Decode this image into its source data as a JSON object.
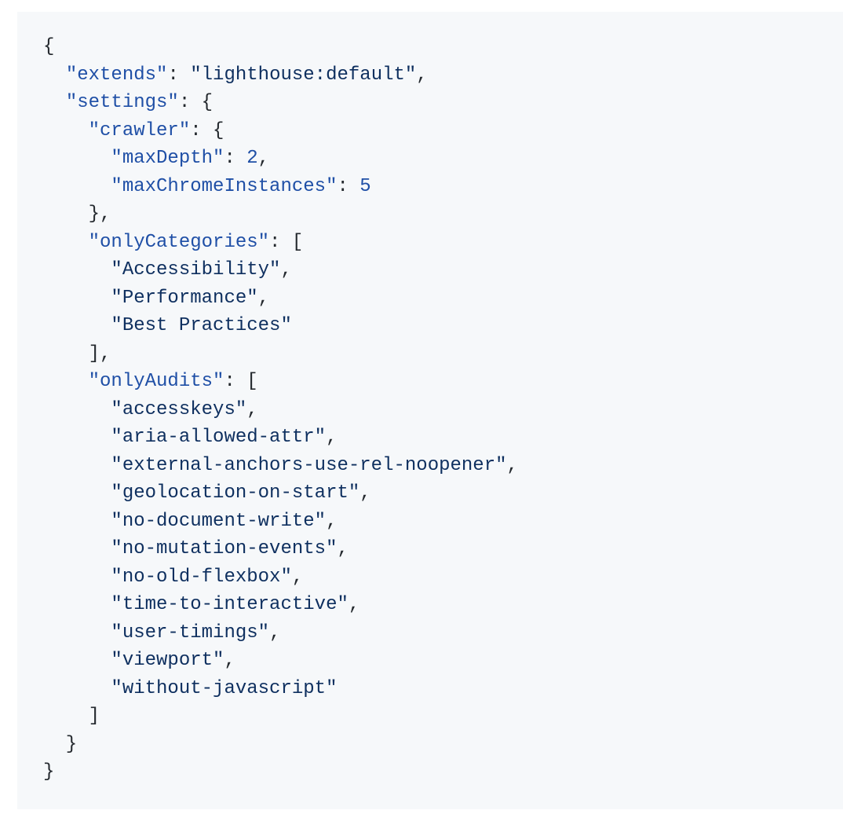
{
  "code": {
    "language": "json",
    "lines": [
      [
        [
          "p",
          "{"
        ]
      ],
      [
        [
          "p",
          "  "
        ],
        [
          "k",
          "\"extends\""
        ],
        [
          "p",
          ": "
        ],
        [
          "s",
          "\"lighthouse:default\""
        ],
        [
          "p",
          ","
        ]
      ],
      [
        [
          "p",
          "  "
        ],
        [
          "k",
          "\"settings\""
        ],
        [
          "p",
          ": {"
        ]
      ],
      [
        [
          "p",
          "    "
        ],
        [
          "k",
          "\"crawler\""
        ],
        [
          "p",
          ": {"
        ]
      ],
      [
        [
          "p",
          "      "
        ],
        [
          "k",
          "\"maxDepth\""
        ],
        [
          "p",
          ": "
        ],
        [
          "n",
          "2"
        ],
        [
          "p",
          ","
        ]
      ],
      [
        [
          "p",
          "      "
        ],
        [
          "k",
          "\"maxChromeInstances\""
        ],
        [
          "p",
          ": "
        ],
        [
          "n",
          "5"
        ]
      ],
      [
        [
          "p",
          "    },"
        ]
      ],
      [
        [
          "p",
          "    "
        ],
        [
          "k",
          "\"onlyCategories\""
        ],
        [
          "p",
          ": ["
        ]
      ],
      [
        [
          "p",
          "      "
        ],
        [
          "s",
          "\"Accessibility\""
        ],
        [
          "p",
          ","
        ]
      ],
      [
        [
          "p",
          "      "
        ],
        [
          "s",
          "\"Performance\""
        ],
        [
          "p",
          ","
        ]
      ],
      [
        [
          "p",
          "      "
        ],
        [
          "s",
          "\"Best Practices\""
        ]
      ],
      [
        [
          "p",
          "    ],"
        ]
      ],
      [
        [
          "p",
          "    "
        ],
        [
          "k",
          "\"onlyAudits\""
        ],
        [
          "p",
          ": ["
        ]
      ],
      [
        [
          "p",
          "      "
        ],
        [
          "s",
          "\"accesskeys\""
        ],
        [
          "p",
          ","
        ]
      ],
      [
        [
          "p",
          "      "
        ],
        [
          "s",
          "\"aria-allowed-attr\""
        ],
        [
          "p",
          ","
        ]
      ],
      [
        [
          "p",
          "      "
        ],
        [
          "s",
          "\"external-anchors-use-rel-noopener\""
        ],
        [
          "p",
          ","
        ]
      ],
      [
        [
          "p",
          "      "
        ],
        [
          "s",
          "\"geolocation-on-start\""
        ],
        [
          "p",
          ","
        ]
      ],
      [
        [
          "p",
          "      "
        ],
        [
          "s",
          "\"no-document-write\""
        ],
        [
          "p",
          ","
        ]
      ],
      [
        [
          "p",
          "      "
        ],
        [
          "s",
          "\"no-mutation-events\""
        ],
        [
          "p",
          ","
        ]
      ],
      [
        [
          "p",
          "      "
        ],
        [
          "s",
          "\"no-old-flexbox\""
        ],
        [
          "p",
          ","
        ]
      ],
      [
        [
          "p",
          "      "
        ],
        [
          "s",
          "\"time-to-interactive\""
        ],
        [
          "p",
          ","
        ]
      ],
      [
        [
          "p",
          "      "
        ],
        [
          "s",
          "\"user-timings\""
        ],
        [
          "p",
          ","
        ]
      ],
      [
        [
          "p",
          "      "
        ],
        [
          "s",
          "\"viewport\""
        ],
        [
          "p",
          ","
        ]
      ],
      [
        [
          "p",
          "      "
        ],
        [
          "s",
          "\"without-javascript\""
        ]
      ],
      [
        [
          "p",
          "    ]"
        ]
      ],
      [
        [
          "p",
          "  }"
        ]
      ],
      [
        [
          "p",
          "}"
        ]
      ]
    ]
  }
}
